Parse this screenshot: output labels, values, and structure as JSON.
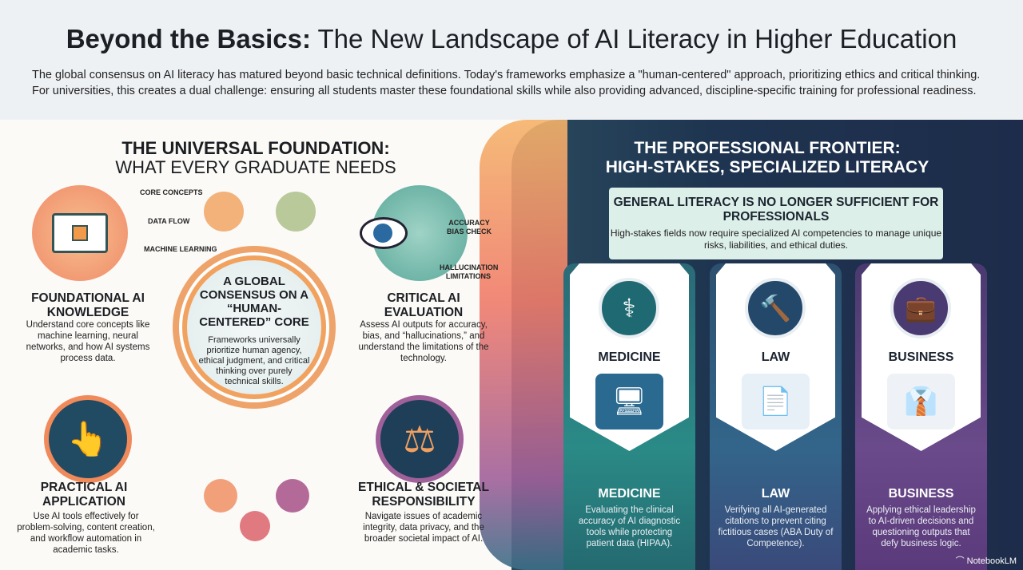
{
  "header": {
    "title_bold": "Beyond the Basics:",
    "title_rest": " The New Landscape of AI Literacy in Higher Education",
    "intro": "The global consensus on AI literacy has matured beyond basic technical definitions. Today's frameworks emphasize a \"human-centered\" approach, prioritizing ethics and critical thinking. For universities, this creates a dual challenge: ensuring all students master these foundational skills while also providing advanced, discipline-specific training for professional readiness."
  },
  "left": {
    "title_line1": "THE UNIVERSAL FOUNDATION:",
    "title_line2": "WHAT EVERY GRADUATE NEEDS",
    "core": {
      "title": "A GLOBAL CONSENSUS ON A “HUMAN-CENTERED” CORE",
      "text": "Frameworks universally prioritize human agency, ethical judgment, and critical thinking over purely technical skills."
    },
    "nodes": [
      {
        "title": "FOUNDATIONAL AI KNOWLEDGE",
        "text": "Understand core concepts like machine learning, neural networks, and how AI systems process data.",
        "icon": "book-chip-icon",
        "labels": [
          "CORE CONCEPTS",
          "DATA FLOW",
          "MACHINE LEARNING"
        ]
      },
      {
        "title": "CRITICAL AI EVALUATION",
        "text": "Assess AI outputs for accuracy, bias, and “hallucinations,” and understand the limitations of the technology.",
        "icon": "eye-icon",
        "labels": [
          "ACCURACY BIAS CHECK",
          "HALLUCINATION LIMITATIONS"
        ]
      },
      {
        "title": "PRACTICAL AI APPLICATION",
        "text": "Use AI tools effectively for problem-solving, content creation, and workflow automation in academic tasks.",
        "icon": "hand-click-icon"
      },
      {
        "title": "ETHICAL & SOCIETAL RESPONSIBILITY",
        "text": "Navigate issues of academic integrity, data privacy, and the broader societal impact of AI.",
        "icon": "scales-icon"
      }
    ]
  },
  "right": {
    "title_line1": "THE PROFESSIONAL FRONTIER:",
    "title_line2": "HIGH-STAKES, SPECIALIZED LITERACY",
    "box": {
      "heading": "GENERAL LITERACY IS NO LONGER SUFFICIENT FOR PROFESSIONALS",
      "text": "High-stakes fields now require specialized AI competencies to manage unique risks, liabilities, and ethical duties."
    },
    "cards": [
      {
        "label": "MEDICINE",
        "text": "Evaluating the clinical accuracy of AI diagnostic tools while protecting patient data (HIPAA).",
        "icon": "caduceus-icon",
        "illustration": "ai-diagnostic-monitor",
        "color": "#2a8a86"
      },
      {
        "label": "LAW",
        "text": "Verifying all AI-generated citations to prevent citing fictitious cases (ABA Duty of Competence).",
        "icon": "gavel-icon",
        "illustration": "document-fingerprint",
        "color": "#33658a"
      },
      {
        "label": "BUSINESS",
        "text": "Applying ethical leadership to AI-driven decisions and questioning outputs that defy business logic.",
        "icon": "briefcase-chart-icon",
        "illustration": "businessman-globe",
        "color": "#6a4a8a"
      }
    ]
  },
  "footer": {
    "brand": "NotebookLM"
  }
}
